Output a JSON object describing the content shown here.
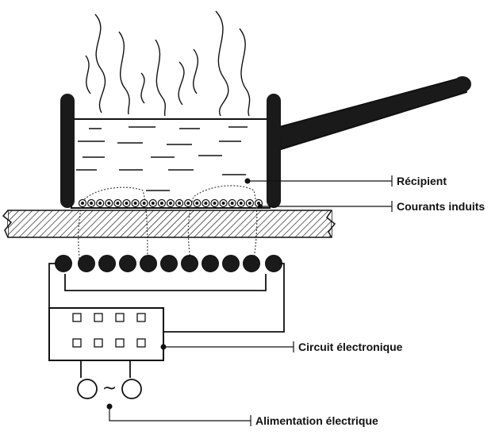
{
  "labels": {
    "vessel": "Récipient",
    "induced_currents": "Courants induits",
    "electronic_circuit": "Circuit électronique",
    "power_supply": "Alimentation électrique"
  },
  "power_symbol": "~",
  "colors": {
    "ink": "#111111",
    "background": "#ffffff",
    "coil": "#1a1a1a"
  }
}
